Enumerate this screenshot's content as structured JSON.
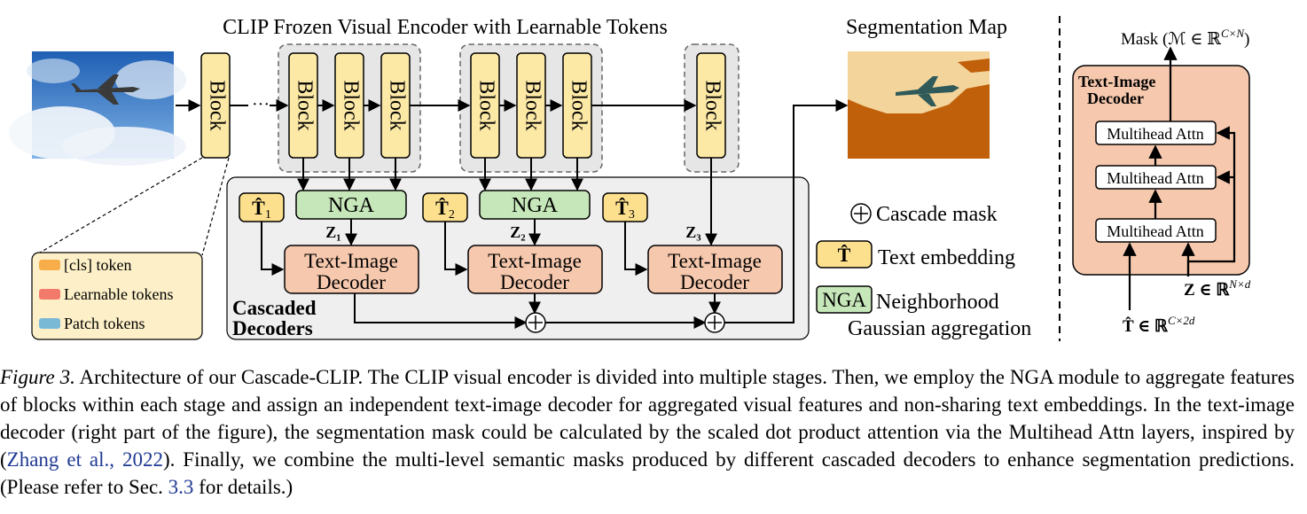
{
  "diagram": {
    "encoder_title": "CLIP Frozen Visual Encoder with Learnable Tokens",
    "block_label": "Block",
    "ellipsis": "···",
    "seg_map_title": "Segmentation Map",
    "nga_label": "NGA",
    "t_hat": "T̂",
    "t_hat_subs": [
      "1",
      "2",
      "3"
    ],
    "z_labels": [
      "Z₁",
      "Z₂",
      "Z₃"
    ],
    "decoder_label_line1": "Text-Image",
    "decoder_label_line2": "Decoder",
    "cascaded_line1": "Cascaded",
    "cascaded_line2": "Decoders",
    "token_legend": [
      "[cls] token",
      "Learnable tokens",
      "Patch tokens"
    ],
    "legend": {
      "oplus": "⊕",
      "cascade_mask": "Cascade mask",
      "text_embedding": "Text embedding",
      "nga_line1": "Neighborhood",
      "nga_line2": "Gaussian aggregation"
    },
    "right_panel": {
      "mask_label": "Mask (ℳ ∈ ℝ",
      "mask_sup": "C×N",
      "mask_close": ")",
      "decoder_title_line1": "Text-Image",
      "decoder_title_line2": "Decoder",
      "attn_label": "Multihead Attn",
      "z_input": "Z ∈ ℝ",
      "z_sup": "N×d",
      "t_input": "T̂ ∈ ℝ",
      "t_sup": "C×2d"
    },
    "colors": {
      "block_fill": "#fde9a6",
      "nga_fill": "#c6e7b9",
      "decoder_fill": "#f6c8ad",
      "t_fill": "#fde08e",
      "cascade_bg": "#efefef",
      "legend_cls": "#f7ad4a",
      "legend_learnable": "#f27a6b",
      "legend_patch": "#7ab9d6",
      "seg_dark": "#c0600a",
      "seg_light": "#f3d49b",
      "plane": "#2f5a59"
    }
  },
  "caption": {
    "label": "Figure 3.",
    "text_before_cite": " Architecture of our Cascade-CLIP. The CLIP visual encoder is divided into multiple stages. Then, we employ the NGA module to aggregate features of blocks within each stage and assign an independent text-image decoder for aggregated visual features and non-sharing text embeddings. In the text-image decoder (right part of the figure), the segmentation mask could be calculated by the scaled dot product attention via the Multihead Attn layers, inspired by (",
    "cite": "Zhang et al., 2022",
    "text_mid": "). Finally, we combine the multi-level semantic masks produced by different cascaded decoders to enhance segmentation predictions. (Please refer to Sec. ",
    "section_ref": "3.3",
    "text_end": " for details.)"
  }
}
